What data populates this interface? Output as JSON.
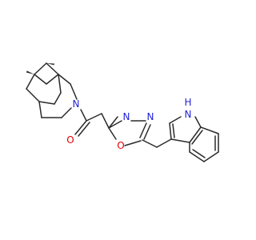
{
  "molecule": {
    "atoms": {
      "N_amide": {
        "symbol": "N",
        "color": "#1f1fd6"
      },
      "O_carbonyl": {
        "symbol": "O",
        "color": "#e60000"
      },
      "N_oxadiazole_1": {
        "symbol": "N",
        "color": "#1f1fd6"
      },
      "N_oxadiazole_2": {
        "symbol": "N",
        "color": "#1f1fd6"
      },
      "O_oxadiazole": {
        "symbol": "O",
        "color": "#e60000"
      },
      "N_indole": {
        "symbol": "H\nN",
        "color": "#1f1fd6",
        "label_line1": "H",
        "label_line2": "N"
      }
    }
  }
}
